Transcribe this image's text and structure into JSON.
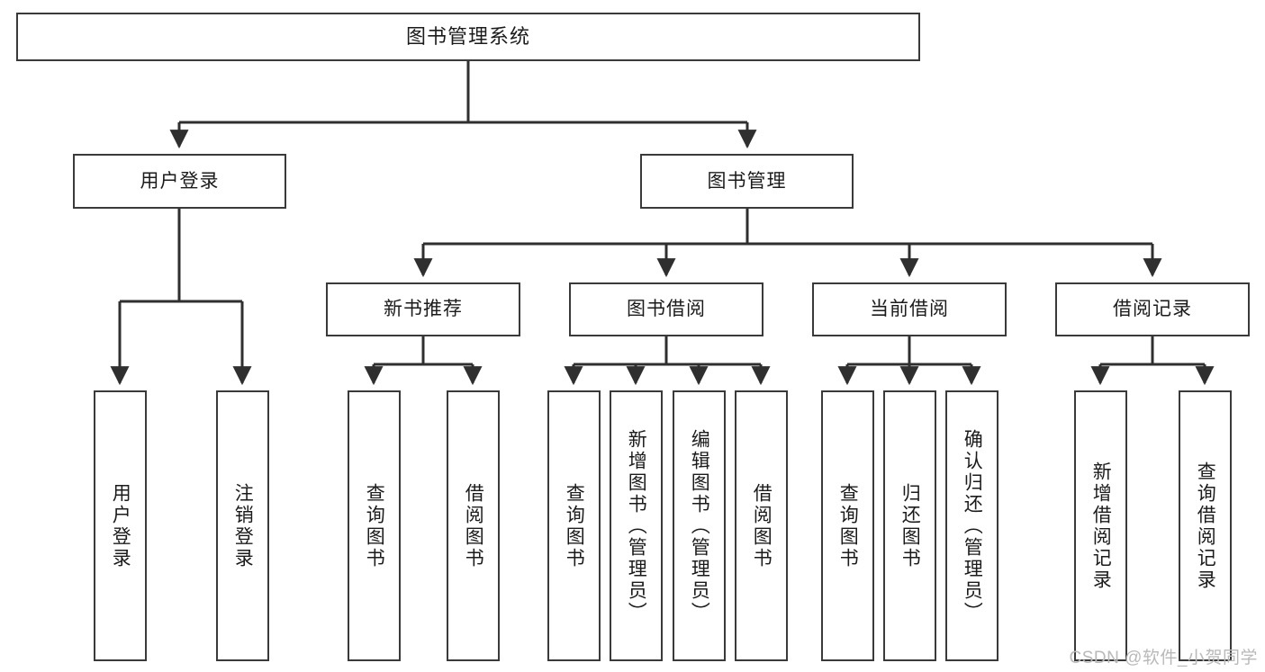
{
  "diagram": {
    "type": "hierarchy-tree",
    "title": "图书管理系统",
    "levels": 4,
    "colors": {
      "stroke": "#3a3a3a",
      "fill": "#ffffff",
      "text": "#1b1b1b",
      "watermark": "#b9b9b9"
    },
    "nodes": {
      "root": {
        "label": "图书管理系统"
      },
      "level2": [
        {
          "label": "用户登录"
        },
        {
          "label": "图书管理"
        }
      ],
      "level3": [
        {
          "label": "新书推荐"
        },
        {
          "label": "图书借阅"
        },
        {
          "label": "当前借阅"
        },
        {
          "label": "借阅记录"
        }
      ],
      "leaves": {
        "user_login": [
          {
            "label": "用户登录"
          },
          {
            "label": "注销登录"
          }
        ],
        "new_book": [
          {
            "label": "查询图书"
          },
          {
            "label": "借阅图书"
          }
        ],
        "book_borrow": [
          {
            "label": "查询图书"
          },
          {
            "label": "新增图书（管理员）"
          },
          {
            "label": "编辑图书（管理员）"
          },
          {
            "label": "借阅图书"
          }
        ],
        "current_borrow": [
          {
            "label": "查询图书"
          },
          {
            "label": "归还图书"
          },
          {
            "label": "确认归还（管理员）"
          }
        ],
        "borrow_record": [
          {
            "label": "新增借阅记录"
          },
          {
            "label": "查询借阅记录"
          }
        ]
      }
    }
  },
  "watermark": {
    "text": "CSDN @软件_小贺同学"
  }
}
